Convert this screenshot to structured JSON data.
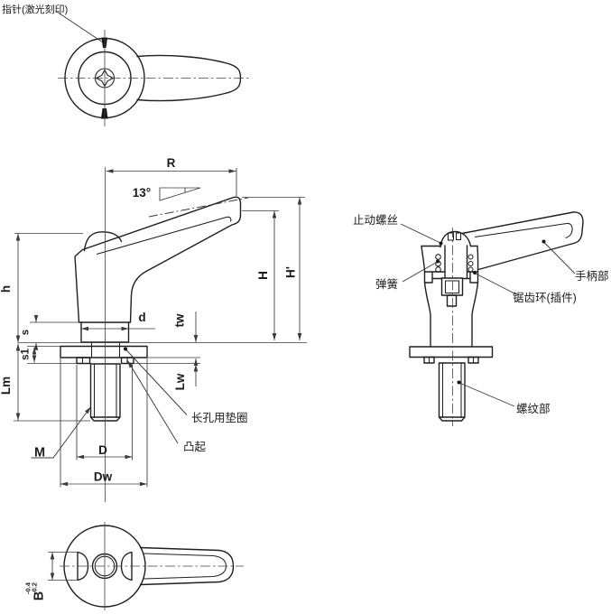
{
  "labels": {
    "pointer": "指针(激光刻印)",
    "set_screw": "止动螺丝",
    "spring": "弹簧",
    "serrated_ring": "锯齿环(插件)",
    "handle_part": "手柄部",
    "thread_part": "螺纹部",
    "slot_washer": "长孔用垫圈",
    "protrusion": "凸起"
  },
  "dims": {
    "R": "R",
    "angle": "13°",
    "H": "H",
    "H_prime": "H'",
    "h": "h",
    "d": "d",
    "tw": "tw",
    "s": "s",
    "s1": "s1",
    "Lm": "Lm",
    "Lw": "Lw",
    "M": "M",
    "D": "D",
    "Dw": "Dw",
    "B": "B",
    "B_tol_upper": "-0.2",
    "B_tol_lower": "-0.4"
  },
  "colors": {
    "part_line": "#211e1e",
    "dimension_line": "#3d3a39",
    "background": "#ffffff"
  }
}
